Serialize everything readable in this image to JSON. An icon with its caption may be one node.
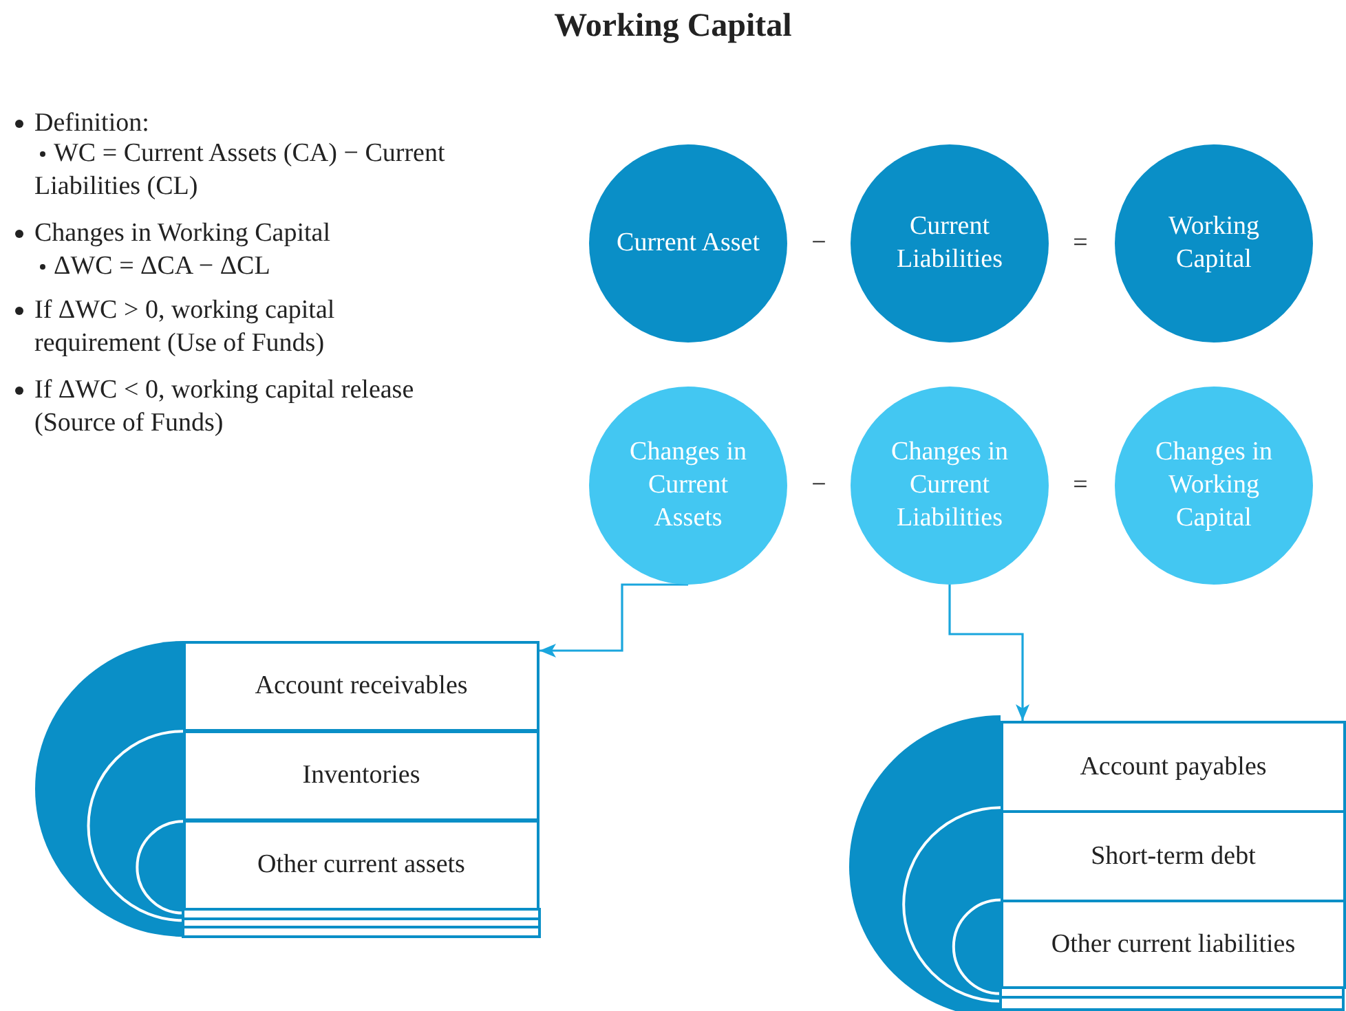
{
  "diagram": {
    "title": "Working Capital",
    "nodes": [
      {
        "text": [
          "Current Asset"
        ]
      },
      {
        "text": [
          "Current Liabilities"
        ]
      },
      {
        "text": [
          "Working Capital"
        ]
      },
      {
        "text": [
          "Changes in Current Assets"
        ]
      },
      {
        "text": [
          "Changes in Current Liabilities"
        ]
      },
      {
        "text": [
          "Changes in Working Capital"
        ]
      },
      {
        "text": [
          "Account receivables"
        ]
      },
      {
        "text": [
          "Inventories"
        ]
      },
      {
        "text": [
          "Other current assets"
        ]
      },
      {
        "text": [
          "Account payables"
        ]
      },
      {
        "text": [
          "Short-term debt"
        ]
      },
      {
        "text": [
          "Other current liabilities"
        ]
      }
    ],
    "edges": [
      {
        "from": 3,
        "to": 6,
        "arrow": "to"
      },
      {
        "from": 4,
        "to": 9,
        "arrow": "to"
      }
    ],
    "labels": [
      "Definition:",
      "WC = Current Assets (CA) − Current Liabilities (CL)",
      "Changes in Working Capital",
      "ΔWC = ΔCA − ΔCL",
      "If ΔWC > 0, working capital requirement (Use of Funds)",
      "If ΔWC < 0, working capital release (Source of Funds)",
      "−",
      "=",
      "−",
      "="
    ]
  }
}
